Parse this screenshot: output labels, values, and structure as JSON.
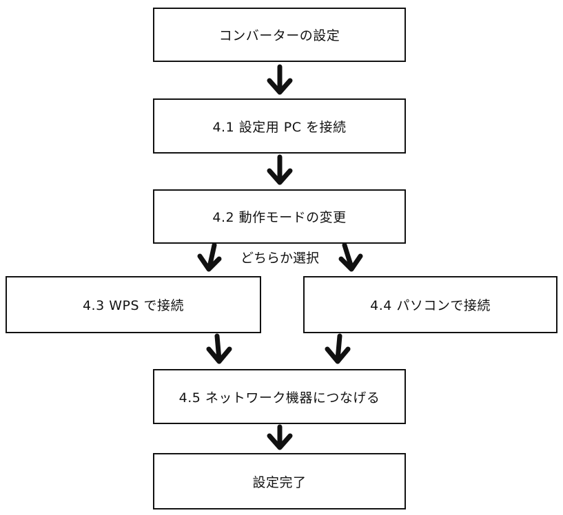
{
  "flowchart": {
    "steps": [
      {
        "id": "converter-setup",
        "label": "コンバーターの設定"
      },
      {
        "id": "connect-pc",
        "label": "4.1 設定用 PC を接続"
      },
      {
        "id": "change-mode",
        "label": "4.2 動作モードの変更"
      },
      {
        "id": "connect-wps",
        "label": "4.3 WPS で接続"
      },
      {
        "id": "connect-computer",
        "label": "4.4 パソコンで接続"
      },
      {
        "id": "connect-network",
        "label": "4.5 ネットワーク機器につなげる"
      },
      {
        "id": "setup-complete",
        "label": "設定完了"
      }
    ],
    "branch_label": "どちらか選択",
    "edges": [
      {
        "from": "converter-setup",
        "to": "connect-pc"
      },
      {
        "from": "connect-pc",
        "to": "change-mode"
      },
      {
        "from": "change-mode",
        "to": "connect-wps"
      },
      {
        "from": "change-mode",
        "to": "connect-computer"
      },
      {
        "from": "connect-wps",
        "to": "connect-network"
      },
      {
        "from": "connect-computer",
        "to": "connect-network"
      },
      {
        "from": "connect-network",
        "to": "setup-complete"
      }
    ],
    "colors": {
      "stroke": "#111111",
      "background": "#ffffff"
    }
  }
}
